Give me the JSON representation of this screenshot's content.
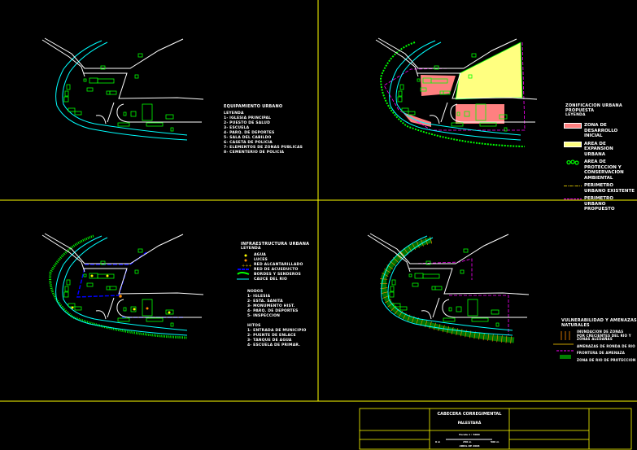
{
  "colors": {
    "frame": "#ffff00",
    "road": "#ffffff",
    "river": "#00ffff",
    "building": "#00ff00",
    "urban_zone": "#ff8080",
    "expansion_zone": "#ffff80",
    "perimeter_existing": "#c8b400",
    "perimeter_proposed": "#ff00ff",
    "network": "#0000ff"
  },
  "panels": {
    "equipment": {
      "title": "EQUIPAMIENTO URBANO",
      "legend_title": "LEYENDA",
      "items": [
        "1- IGLESIA PRINCIPAL",
        "2- PUESTO DE SALUD",
        "3- ESCUELA",
        "4- PARQ. DE DEPORTES",
        "5- SALA DEL CABILDO",
        "6- CASETA DE POLICIA",
        "7- ELEMENTOS DE ZONAS PUBLICAS",
        "8- CEMENTERIO DE POLICIA"
      ]
    },
    "zoning": {
      "title": "ZONIFICACION URBANA",
      "subtitle": "PROPUESTA",
      "legend_title": "LEYENDA",
      "items": [
        "ZONA DE DESARROLLO INICIAL",
        "AREA DE EXPANSION URBANA",
        "AREA DE PROTECCION Y",
        "CONSERVACION AMBIENTAL",
        "PERIMETRO URBANO EXISTENTE",
        "PERIMETRO URBANO PROPUESTO"
      ]
    },
    "infrastructure": {
      "title": "INFRAESTRUCTURA URBANA",
      "legend_title": "LEYENDA",
      "items": [
        "AGUA",
        "LUCES",
        "RED ALCANTARILLADO",
        "RED DE ACUEDUCTO",
        "BORDES Y SENDEROS",
        "CAUCE DEL RIO"
      ],
      "nodes_title": "NODOS",
      "nodes": [
        "1- IGLESIA",
        "2- ESTA. SANITA",
        "3- MONUMENTO HIST.",
        "4- PARQ. DE DEPORTES",
        "5- INSPECCION"
      ],
      "landmarks_title": "HITOS",
      "landmarks": [
        "1- ENTRADA DE MUNICIPIO",
        "2- PUENTE DE ENLACE",
        "3- TANQUE DE AGUA",
        "4- ESCUELA DE PRIMAR."
      ]
    },
    "hazards": {
      "title": "VULNERABILIDAD Y AMENAZAS",
      "subtitle": "NATURALES",
      "items": [
        "INUNDACION DE ZONAS",
        "POR CRECIENTES DEL RIO Y",
        "ZONAS ALEDAÑAS",
        "AMENAZAS DE RONDA DE RIO",
        "FRONTERA DE AMENAZA",
        "ZONA DE RIO DE PROTECCION"
      ]
    }
  },
  "title_block": {
    "title": "CABECERA CORREGIMENTAL",
    "place": "PALESTARÁ",
    "scale": "Escala 1 : 5000",
    "scale_start": "0 m",
    "scale_mid": "250 m",
    "scale_end": "500 m",
    "date": "ABRIL DE 2008"
  }
}
